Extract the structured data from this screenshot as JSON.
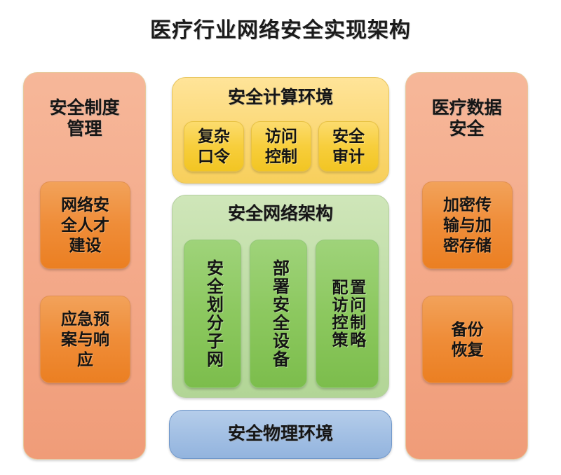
{
  "title": "医疗行业网络安全实现架构",
  "panels": {
    "left": {
      "title": "安全制度\n管理",
      "title_line1": "安全制度",
      "title_line2": "管理",
      "items": [
        {
          "label": "网络安\n全人才\n建设",
          "l1": "网络安",
          "l2": "全人才",
          "l3": "建设"
        },
        {
          "label": "应急预\n案与响\n应",
          "l1": "应急预",
          "l2": "案与响",
          "l3": "应"
        }
      ]
    },
    "compute": {
      "title": "安全计算环境",
      "items": [
        {
          "l1": "复杂",
          "l2": "口令"
        },
        {
          "l1": "访问",
          "l2": "控制"
        },
        {
          "l1": "安全",
          "l2": "审计"
        }
      ]
    },
    "network": {
      "title": "安全网络架构",
      "items": [
        {
          "label": "安全划分子网"
        },
        {
          "label": "部署安全设备"
        },
        {
          "col1": "配访控策",
          "col2": "置问制略",
          "label": "配置访问控制策略"
        }
      ]
    },
    "physical": {
      "title": "安全物理环境"
    },
    "right": {
      "title_line1": "医疗数据",
      "title_line2": "安全",
      "items": [
        {
          "l1": "加密传",
          "l2": "输与加",
          "l3": "密存储"
        },
        {
          "l1": "备份",
          "l2": "恢复",
          "l3": ""
        }
      ]
    }
  },
  "colors": {
    "salmon_panel": "#f4ab8c",
    "orange_box": "#ef8d39",
    "yellow_panel": "#fbd978",
    "gold_box": "#f7ce3c",
    "green_panel": "#bfdda6",
    "green_box": "#8cc85f",
    "blue_panel": "#a3c0e4",
    "title_text": "#1b1b1b"
  }
}
